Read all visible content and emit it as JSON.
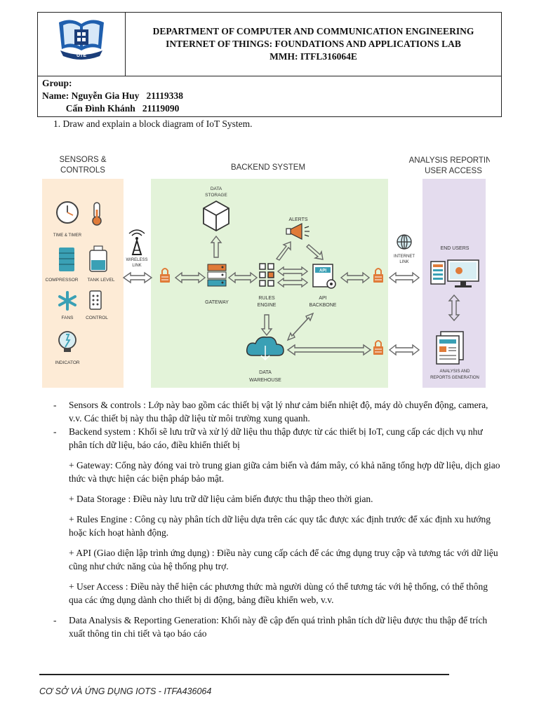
{
  "header": {
    "logo_text": "UTE",
    "title_lines": [
      "DEPARTMENT OF COMPUTER AND COMMUNICATION ENGINEERING",
      "INTERNET OF THINGS: FOUNDATIONS AND APPLICATIONS LAB",
      "MMH: ITFL316064E"
    ],
    "group_label": "Group:",
    "name_line_1": "Name: Nguyễn Gia Huy   21119338",
    "name_line_2": "          Cấn Đình Khánh   21119090"
  },
  "question": "1.   Draw and explain a block diagram of IoT System.",
  "diagram": {
    "col_titles": {
      "sensors": [
        "SENSORS &",
        "CONTROLS"
      ],
      "backend": "BACKEND SYSTEM",
      "analysis": [
        "ANALYSIS REPORTING",
        "USER ACCESS"
      ]
    },
    "labels": {
      "time": "TIME & TIMER",
      "compressor": "COMPRESSOR",
      "tank": "TANK LEVEL",
      "fans": "FANS",
      "control": "CONTROL",
      "indicator": "INDICATOR",
      "wireless": [
        "WIRELESS",
        "LINK"
      ],
      "data_storage": [
        "DATA",
        "STORAGE"
      ],
      "alerts": "ALERTS",
      "gateway": "GATEWAY",
      "rules": [
        "RULES",
        "ENGINE"
      ],
      "api": [
        "API",
        "BACKBONE"
      ],
      "api_badge": "API",
      "warehouse": [
        "DATA",
        "WAREHOUSE"
      ],
      "internet": [
        "INTERNET",
        "LINK"
      ],
      "end_users": "END USERS",
      "reports": [
        "ANALYSIS AND",
        "REPORTS GENERATION"
      ]
    },
    "colors": {
      "sensors_bg": "#fdebd6",
      "backend_bg": "#e3f3d9",
      "analysis_bg": "#e4dcee",
      "accent_orange": "#e07b39",
      "accent_teal": "#3aa0b5"
    }
  },
  "body": {
    "b1": "Sensors & controls : Lớp này bao gồm các thiết bị vật lý như cảm biến nhiệt độ, máy dò chuyển động, camera, v.v. Các thiết bị này thu thập dữ liệu từ môi trường xung quanh.",
    "b2": "Backend system : Khối sẽ lưu trữ và xử lý dữ liệu thu thập được từ các thiết bị IoT, cung cấp các dịch vụ như phân tích dữ liệu, báo cáo, điều khiển thiết bị",
    "p1": "+ Gateway: Cổng này đóng vai trò trung gian giữa cảm biến và đám mây, có khả năng tổng hợp dữ liệu, dịch giao thức và thực hiện các biện pháp bảo mật.",
    "p2": "+ Data Storage : Điều này lưu trữ dữ liệu cảm biến được thu thập theo thời gian.",
    "p3": "+ Rules Engine : Công cụ này phân tích dữ liệu dựa trên các quy tắc được xác định trước để xác định xu hướng hoặc kích hoạt hành động.",
    "p4": "+ API (Giao diện lập trình ứng dụng) : Điều này cung cấp cách để các ứng dụng truy cập và tương tác với dữ liệu cũng như chức năng của hệ thống phụ trợ.",
    "p5": "+ User Access : Điều này thể hiện các phương thức mà người dùng có thể tương tác với hệ thống, có thể thông qua các ứng dụng dành cho thiết bị di động, bảng điều khiển web, v.v.",
    "b3": "Data Analysis & Reporting Generation: Khối này đề cập đến quá trình phân tích dữ liệu được thu thập để trích xuất thông tin chi tiết và tạo báo cáo",
    "dash": "-"
  },
  "footer": "CƠ SỞ VÀ ỨNG DỤNG IOTS - ITFA436064"
}
